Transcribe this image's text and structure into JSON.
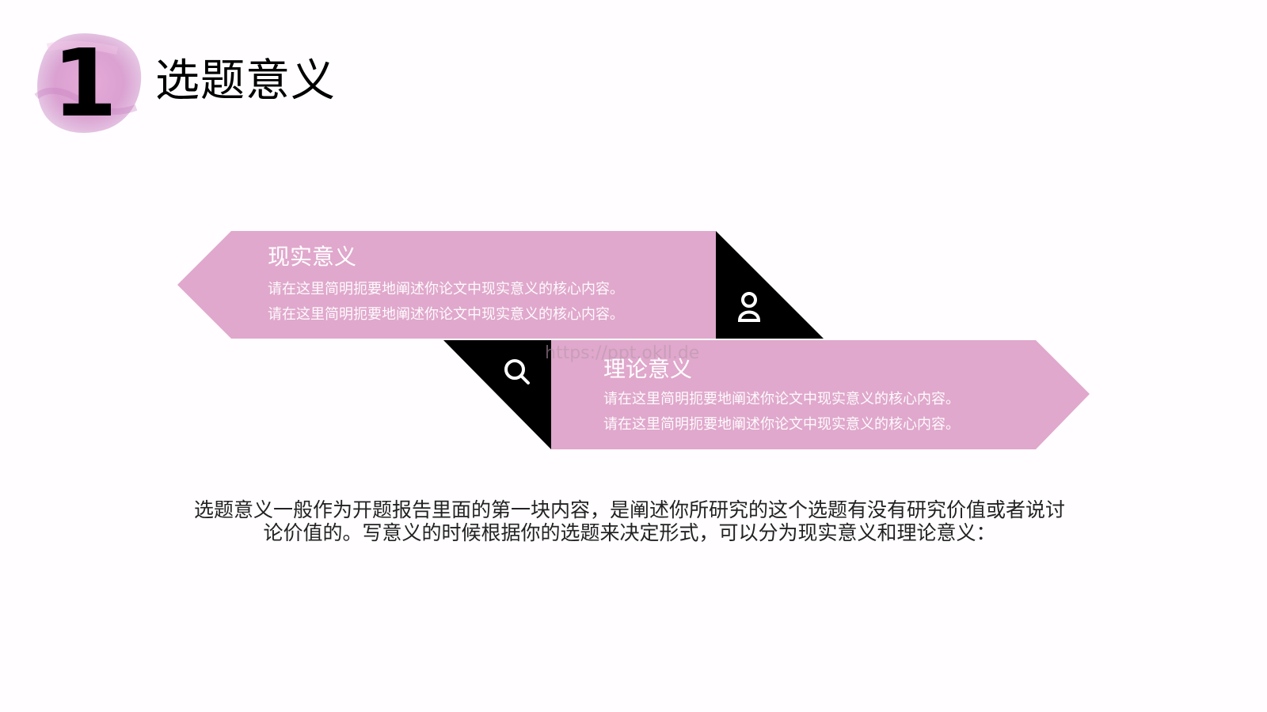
{
  "header": {
    "number": "1",
    "title": "选题意义"
  },
  "cards": [
    {
      "title": "现实意义",
      "lines": [
        "请在这里简明扼要地阐述你论文中现实意义的核心内容。",
        "请在这里简明扼要地阐述你论文中现实意义的核心内容。"
      ],
      "icon": "person-icon"
    },
    {
      "title": "理论意义",
      "lines": [
        "请在这里简明扼要地阐述你论文中现实意义的核心内容。",
        "请在这里简明扼要地阐述你论文中现实意义的核心内容。"
      ],
      "icon": "search-icon"
    }
  ],
  "watermark": "https://ppt.okll.de",
  "body": {
    "line1": "选题意义一般作为开题报告里面的第一块内容，是阐述你所研究的这个选题有没有研究价值或者说讨",
    "line2": "论价值的。写意义的时候根据你的选题来决定形式，可以分为现实意义和理论意义："
  },
  "colors": {
    "pink": "#e0a8cc",
    "black": "#000000",
    "brush": "#d79ad0"
  }
}
